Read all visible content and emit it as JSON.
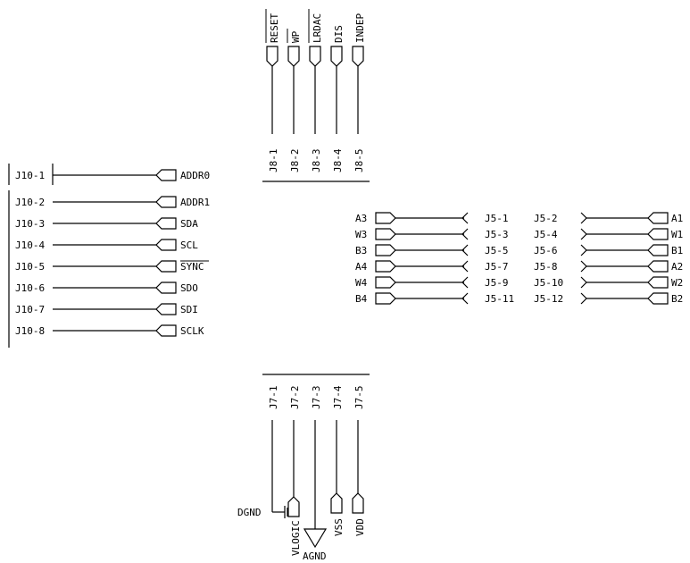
{
  "j8": {
    "pins": [
      "J8-1",
      "J8-2",
      "J8-3",
      "J8-4",
      "J8-5"
    ],
    "signals": [
      {
        "label": "RESET",
        "overbar": true
      },
      {
        "label": "WP",
        "overbar": true
      },
      {
        "label": "LRDAC",
        "overbar": true
      },
      {
        "label": "DIS",
        "overbar": false
      },
      {
        "label": "INDEP",
        "overbar": false
      }
    ]
  },
  "j10": {
    "pins": [
      "J10-1",
      "J10-2",
      "J10-3",
      "J10-4",
      "J10-5",
      "J10-6",
      "J10-7",
      "J10-8"
    ],
    "signals": [
      {
        "label": "ADDR0",
        "overbar": false
      },
      {
        "label": "ADDR1",
        "overbar": false
      },
      {
        "label": "SDA",
        "overbar": false
      },
      {
        "label": "SCL",
        "overbar": false
      },
      {
        "label": "SYNC",
        "overbar": true
      },
      {
        "label": "SDO",
        "overbar": false
      },
      {
        "label": "SDI",
        "overbar": false
      },
      {
        "label": "SCLK",
        "overbar": false
      }
    ]
  },
  "j5": {
    "left": [
      {
        "signal": "A3",
        "pin": "J5-1"
      },
      {
        "signal": "W3",
        "pin": "J5-3"
      },
      {
        "signal": "B3",
        "pin": "J5-5"
      },
      {
        "signal": "A4",
        "pin": "J5-7"
      },
      {
        "signal": "W4",
        "pin": "J5-9"
      },
      {
        "signal": "B4",
        "pin": "J5-11"
      }
    ],
    "right": [
      {
        "pin": "J5-2",
        "signal": "A1"
      },
      {
        "pin": "J5-4",
        "signal": "W1"
      },
      {
        "pin": "J5-6",
        "signal": "B1"
      },
      {
        "pin": "J5-8",
        "signal": "A2"
      },
      {
        "pin": "J5-10",
        "signal": "W2"
      },
      {
        "pin": "J5-12",
        "signal": "B2"
      }
    ]
  },
  "j7": {
    "pins": [
      "J7-1",
      "J7-2",
      "J7-3",
      "J7-4",
      "J7-5"
    ],
    "labels": {
      "dgnd": "DGND",
      "vlogic": "VLOGIC",
      "agnd": "AGND",
      "vss": "VSS",
      "vdd": "VDD"
    }
  }
}
